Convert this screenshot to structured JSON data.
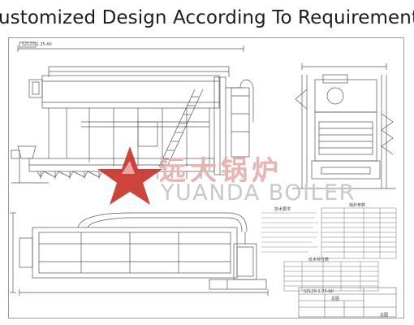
{
  "header": {
    "title": "Customized Design According To Requirements"
  },
  "watermark": {
    "brand_cn": "远大锅炉",
    "brand_en": "YUANDA BOILER",
    "logo_icon": "star-logo-icon",
    "accent": "#c8342b"
  },
  "drawing": {
    "sheet_tag": "SZL20-1.25-AII",
    "section_tag": "总图",
    "notes_title": "技术要求",
    "params_title": "锅炉参数",
    "table_title": "技术特性表",
    "title_block_name": "总图"
  },
  "colors": {
    "line": "#4a4a4a",
    "frame": "#9a9a9a",
    "text": "#1d1d1d"
  }
}
